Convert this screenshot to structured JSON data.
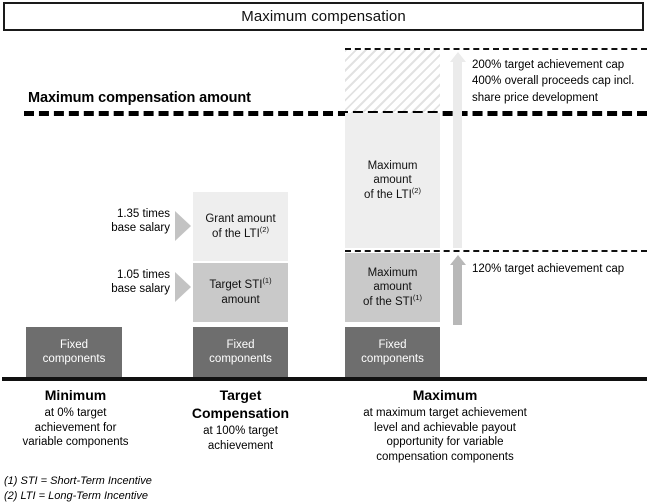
{
  "banner": {
    "title": "Maximum compensation"
  },
  "reference_lines": {
    "max_comp_label": "Maximum compensation amount"
  },
  "columns": [
    {
      "key": "minimum",
      "bars": [
        {
          "key": "fixed",
          "lines": [
            "Fixed",
            "components"
          ]
        }
      ],
      "caption": {
        "heading": "Minimum",
        "sub_lines": [
          "at 0% target",
          "achievement for",
          "variable components"
        ]
      }
    },
    {
      "key": "target",
      "bars": [
        {
          "key": "lti_grant",
          "lines": [
            "Grant amount",
            "of the LTI"
          ],
          "superscript": "(2)",
          "sup_on_line": 1
        },
        {
          "key": "sti_target",
          "lines": [
            "Target STI",
            "amount"
          ],
          "superscript": "(1)",
          "sup_on_line": 0
        },
        {
          "key": "fixed",
          "lines": [
            "Fixed",
            "components"
          ]
        }
      ],
      "caption": {
        "heading_lines": [
          "Target",
          "Compensation"
        ],
        "sub_lines": [
          "at 100% target",
          "achievement"
        ]
      }
    },
    {
      "key": "maximum",
      "bars": [
        {
          "key": "lti_max",
          "lines": [
            "Maximum",
            "amount",
            "of the LTI"
          ],
          "superscript": "(2)",
          "sup_on_line": 2
        },
        {
          "key": "sti_max",
          "lines": [
            "Maximum",
            "amount",
            "of the STI"
          ],
          "superscript": "(1)",
          "sup_on_line": 2
        },
        {
          "key": "fixed",
          "lines": [
            "Fixed",
            "components"
          ]
        }
      ],
      "caption": {
        "heading": "Maximum",
        "sub_lines": [
          "at maximum target achievement",
          "level and achievable payout",
          "opportunity for variable",
          "compensation components"
        ]
      }
    }
  ],
  "multipliers": [
    {
      "key": "lti-multiplier",
      "lines": [
        "1.35 times",
        "base salary"
      ]
    },
    {
      "key": "sti-multiplier",
      "lines": [
        "1.05 times",
        "base salary"
      ]
    }
  ],
  "cap_notes": {
    "upper": [
      "200% target achievement cap",
      "400% overall proceeds cap incl.",
      "share price development"
    ],
    "lower": [
      "120% target achievement cap"
    ]
  },
  "footnotes": [
    "(1) STI = Short-Term Incentive",
    "(2) LTI = Long-Term Incentive"
  ],
  "colors": {
    "fixed": "#6e6e6e",
    "sti": "#c9c9c9",
    "lti": "#eeeeee",
    "arrow_light": "#ebebeb",
    "arrow_dark": "#b8b8b8",
    "line": "#111111"
  }
}
